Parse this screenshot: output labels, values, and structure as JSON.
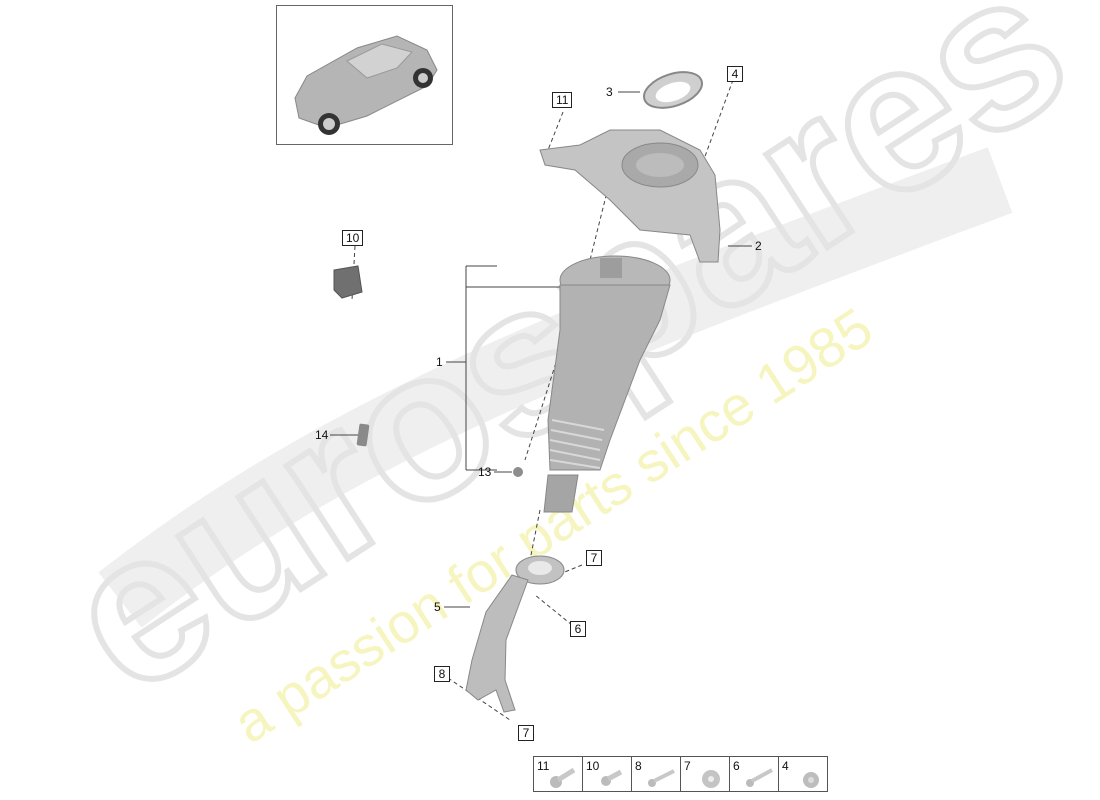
{
  "watermark": {
    "brand": "eurospares",
    "tagline": "a passion for parts since 1985",
    "brand_color": "#e8e8e8",
    "tagline_color": "#f6f5bf"
  },
  "thumbnail": {
    "alt": "vehicle-overview"
  },
  "callouts": [
    {
      "id": "1",
      "boxed": false
    },
    {
      "id": "2",
      "boxed": false
    },
    {
      "id": "3",
      "boxed": false
    },
    {
      "id": "4",
      "boxed": true
    },
    {
      "id": "5",
      "boxed": false
    },
    {
      "id": "6",
      "boxed": true
    },
    {
      "id": "7",
      "boxed": true
    },
    {
      "id": "7",
      "boxed": true
    },
    {
      "id": "8",
      "boxed": true
    },
    {
      "id": "10",
      "boxed": true
    },
    {
      "id": "11",
      "boxed": true
    },
    {
      "id": "13",
      "boxed": false
    },
    {
      "id": "14",
      "boxed": false
    }
  ],
  "legend": [
    {
      "number": "11",
      "part": "bolt-flange"
    },
    {
      "number": "10",
      "part": "bolt-short"
    },
    {
      "number": "8",
      "part": "bolt-long"
    },
    {
      "number": "7",
      "part": "nut"
    },
    {
      "number": "6",
      "part": "bolt-long"
    },
    {
      "number": "4",
      "part": "nut-flange"
    }
  ]
}
